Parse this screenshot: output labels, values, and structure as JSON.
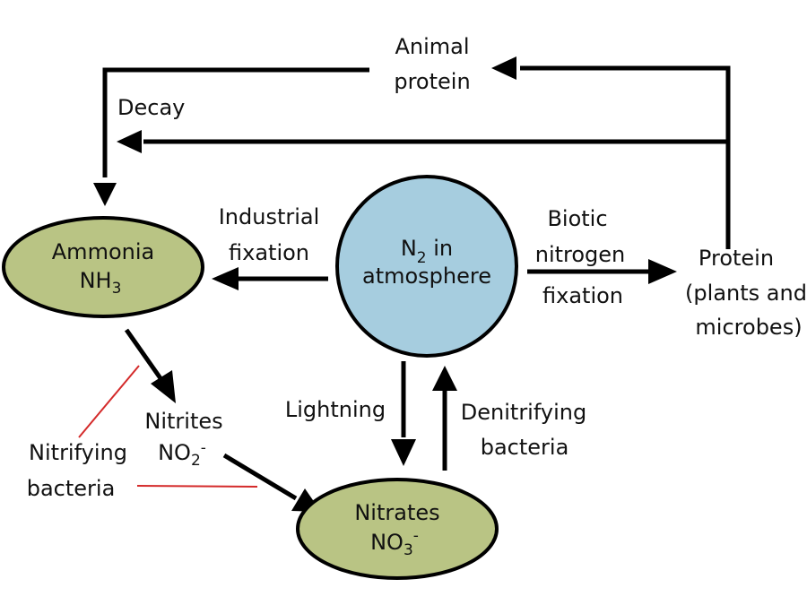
{
  "title": "Nitrogen cycle",
  "colors": {
    "atmosphere_fill": "#a6cddf",
    "compound_fill": "#b9c484",
    "outline": "#000000",
    "bacteria_link": "#d42a2a"
  },
  "nodes": {
    "atmosphere": {
      "line1_main": "N",
      "line1_sub": "2",
      "line1_rest": " in",
      "line2": "atmosphere"
    },
    "ammonia": {
      "line1": "Ammonia",
      "line2_main": "NH",
      "line2_sub": "3"
    },
    "nitrites": {
      "line1": "Nitrites",
      "line2_main": "NO",
      "line2_sub": "2",
      "line2_sup": "-"
    },
    "nitrates": {
      "line1": "Nitrates",
      "line2_main": "NO",
      "line2_sub": "3",
      "line2_sup": "-"
    },
    "protein": {
      "line1": "Protein",
      "line2": "(plants and",
      "line3": "microbes)"
    },
    "animal_protein": {
      "line1": "Animal",
      "line2": "protein"
    }
  },
  "edges": {
    "decay": "Decay",
    "industrial_fixation": {
      "line1": "Industrial",
      "line2": "fixation"
    },
    "biotic_fixation": {
      "line1": "Biotic",
      "line2": "nitrogen",
      "line3": "fixation"
    },
    "lightning": "Lightning",
    "denitrifying": {
      "line1": "Denitrifying",
      "line2": "bacteria"
    },
    "nitrifying": {
      "line1": "Nitrifying",
      "line2": "bacteria"
    }
  }
}
